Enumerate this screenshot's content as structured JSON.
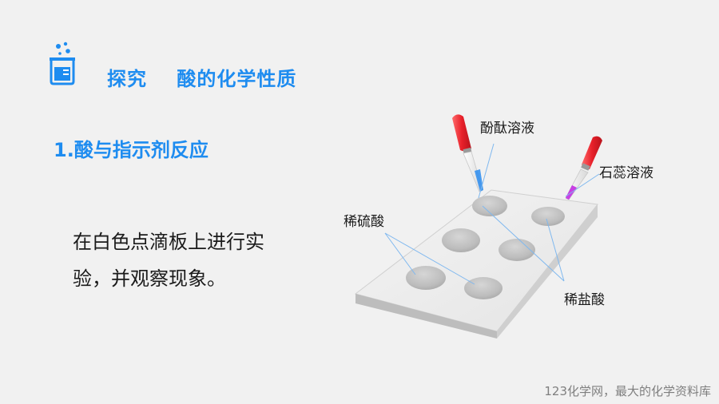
{
  "page": {
    "title": "探究    酸的化学性质",
    "section_title": "1.酸与指示剂反应",
    "body_lines": [
      "在白色点滴板上进行实",
      "验，并观察现象。"
    ],
    "footer": "123化学网，最大的化学资料库"
  },
  "illustration": {
    "labels": {
      "phenolphthalein": "酚酞溶液",
      "litmus": "石蕊溶液",
      "dilute_sulfuric": "稀硫酸",
      "dilute_hydrochloric": "稀盐酸"
    },
    "icons": [
      "beaker-icon",
      "dropper-icon"
    ]
  },
  "colors": {
    "accent": "#1e8cf0",
    "dropper_red": "#e8202a",
    "dropper_blue_tip": "#2a8cf0",
    "dropper_purple_tip": "#c020e0"
  }
}
